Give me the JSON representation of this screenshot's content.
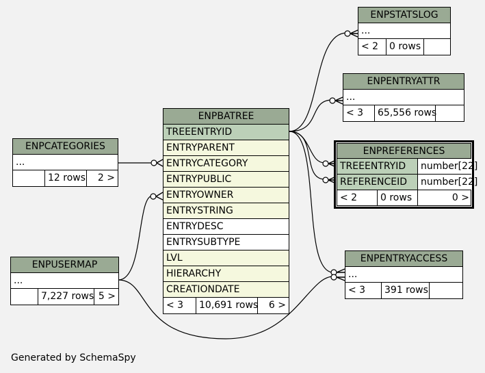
{
  "footer": "Generated by SchemaSpy",
  "tables": {
    "enpstatslog": {
      "title": "ENPSTATSLOG",
      "body": "...",
      "stats": [
        "< 2",
        "0 rows",
        ""
      ]
    },
    "enpentryattr": {
      "title": "ENPENTRYATTR",
      "body": "...",
      "stats": [
        "< 3",
        "65,556 rows",
        ""
      ]
    },
    "enppreferences": {
      "title": "ENPREFERENCES",
      "columns": [
        {
          "name": "TREEENTRYID",
          "type": "number[22]"
        },
        {
          "name": "REFERENCEID",
          "type": "number[22]"
        }
      ],
      "stats": [
        "< 2",
        "0 rows",
        "0 >"
      ]
    },
    "enpentryaccess": {
      "title": "ENPENTRYACCESS",
      "body": "...",
      "stats": [
        "< 3",
        "391 rows",
        ""
      ]
    },
    "enpcategories": {
      "title": "ENPCATEGORIES",
      "body": "...",
      "stats": [
        "",
        "12 rows",
        "2 >"
      ]
    },
    "enpusermap": {
      "title": "ENPUSERMAP",
      "body": "...",
      "stats": [
        "",
        "7,227 rows",
        "5 >"
      ]
    },
    "enpbatree": {
      "title": "ENPBATREE",
      "columns": [
        "TREEENTRYID",
        "ENTRYPARENT",
        "ENTRYCATEGORY",
        "ENTRYPUBLIC",
        "ENTRYOWNER",
        "ENTRYSTRING",
        "ENTRYDESC",
        "ENTRYSUBTYPE",
        "LVL",
        "HIERARCHY",
        "CREATIONDATE"
      ],
      "stats": [
        "< 3",
        "10,691 rows",
        "6 >"
      ]
    }
  }
}
